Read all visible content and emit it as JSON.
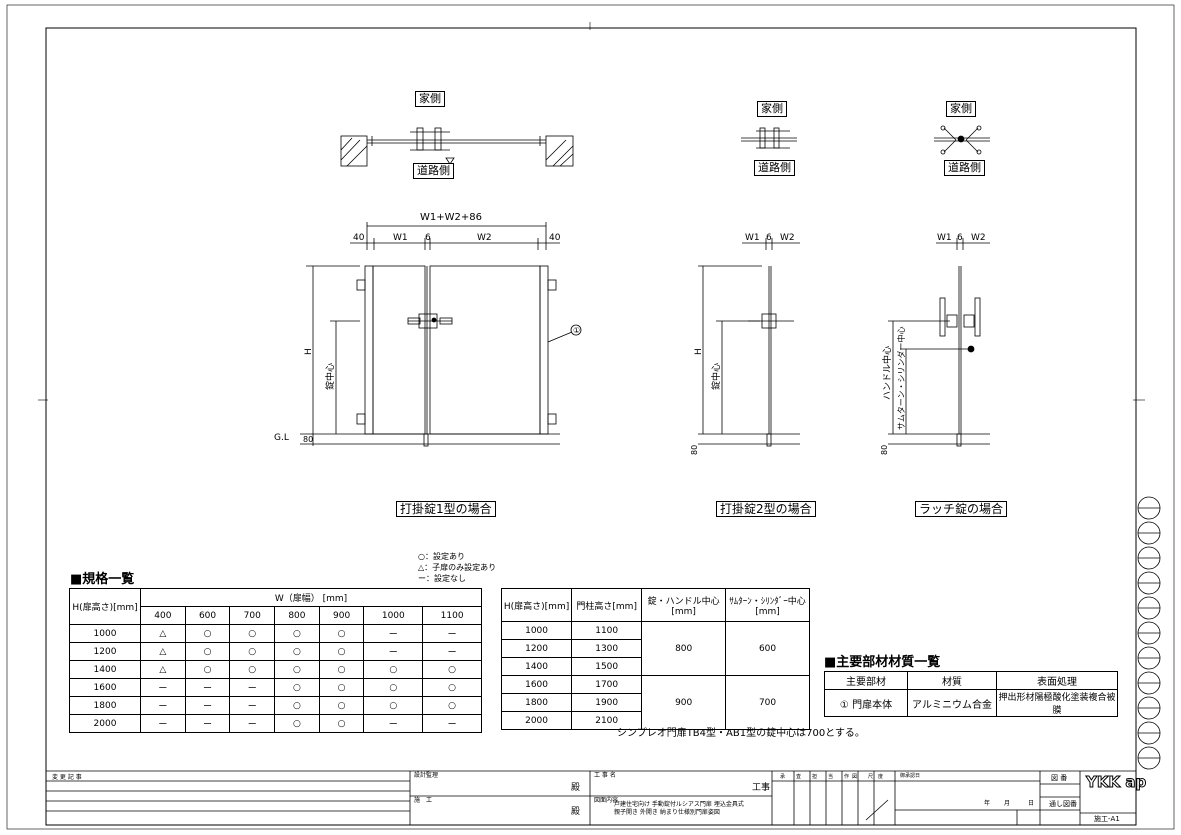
{
  "drawing": {
    "elevations": [
      {
        "caption": "打掛錠1型の場合",
        "house_side": "家側",
        "road_side": "道路側",
        "top_dim": "W1+W2+86",
        "dims": [
          "40",
          "W1",
          "6",
          "W2",
          "40"
        ],
        "vertical": [
          "H",
          "錠中心"
        ],
        "gl": "G.L",
        "bottom": "80",
        "callout": "①"
      },
      {
        "caption": "打掛錠2型の場合",
        "house_side": "家側",
        "road_side": "道路側",
        "dims": [
          "W1",
          "6",
          "W2"
        ],
        "vertical": [
          "H",
          "錠中心"
        ],
        "bottom": "80"
      },
      {
        "caption": "ラッチ錠の場合",
        "house_side": "家側",
        "road_side": "道路側",
        "dims": [
          "W1",
          "6",
          "W2"
        ],
        "vertical": [
          "ハンドル中心",
          "サムターン・シリンダー中心"
        ],
        "bottom": "80"
      }
    ]
  },
  "legend": [
    "○：設定あり",
    "△：子扉のみ設定あり",
    "ー：設定なし"
  ],
  "spec_title": "■規格一覧",
  "spec_table": {
    "h_label": "H(扉高さ)[mm]",
    "w_label": "W（扉幅） [mm]",
    "widths": [
      "400",
      "600",
      "700",
      "800",
      "900",
      "1000",
      "1100"
    ],
    "rows": [
      {
        "h": "1000",
        "v": [
          "△",
          "○",
          "○",
          "○",
          "○",
          "ー",
          "ー"
        ]
      },
      {
        "h": "1200",
        "v": [
          "△",
          "○",
          "○",
          "○",
          "○",
          "ー",
          "ー"
        ]
      },
      {
        "h": "1400",
        "v": [
          "△",
          "○",
          "○",
          "○",
          "○",
          "○",
          "○"
        ]
      },
      {
        "h": "1600",
        "v": [
          "ー",
          "ー",
          "ー",
          "○",
          "○",
          "○",
          "○"
        ]
      },
      {
        "h": "1800",
        "v": [
          "ー",
          "ー",
          "ー",
          "○",
          "○",
          "○",
          "○"
        ]
      },
      {
        "h": "2000",
        "v": [
          "ー",
          "ー",
          "ー",
          "○",
          "○",
          "ー",
          "ー"
        ]
      }
    ]
  },
  "post_table": {
    "headers": [
      "H(扉高さ)[mm]",
      "門柱高さ[mm]",
      "錠・ハンドル中心",
      "[mm]",
      "ｻﾑﾀｰﾝ・ｼﾘﾝﾀﾞｰ中心",
      "[mm]"
    ],
    "rows": [
      [
        "1000",
        "1100"
      ],
      [
        "1200",
        "1300"
      ],
      [
        "1400",
        "1500"
      ],
      [
        "1600",
        "1700"
      ],
      [
        "1800",
        "1900"
      ],
      [
        "2000",
        "2100"
      ]
    ],
    "merged": [
      [
        "800",
        "600"
      ],
      [
        "900",
        "700"
      ]
    ]
  },
  "note": "シンプレオ門扉TB4型・AB1型の錠中心は700とする。",
  "material": {
    "title": "■主要部材材質一覧",
    "headers": [
      "主要部材",
      "材質",
      "表面処理"
    ],
    "row": [
      "① 門扉本体",
      "アルミニウム合金",
      "押出形材陽極酸化塗装複合被膜"
    ]
  },
  "titleblock": {
    "revision": "変 更 記 事",
    "supervision": "設計監理",
    "construction": "施　工",
    "honorific": "殿",
    "project_label": "工 事 名",
    "project_suffix": "工事",
    "content_label": "図面内容",
    "content_line1": "戸建住宅向け 手動錠付ルシアス門扉 埋込金具式",
    "content_line2": "親子開き 外開き 納まり仕様別門扉姿図",
    "stamps": [
      "承",
      "査",
      "担",
      "当",
      "作",
      "図",
      "尺",
      "度"
    ],
    "date_label": "御承認日",
    "date_fields": [
      "年",
      "月",
      "日"
    ],
    "drawing_no": "図 番",
    "serial": "通し図番",
    "logo": "YKK ap",
    "sheet": "施工-A1"
  }
}
